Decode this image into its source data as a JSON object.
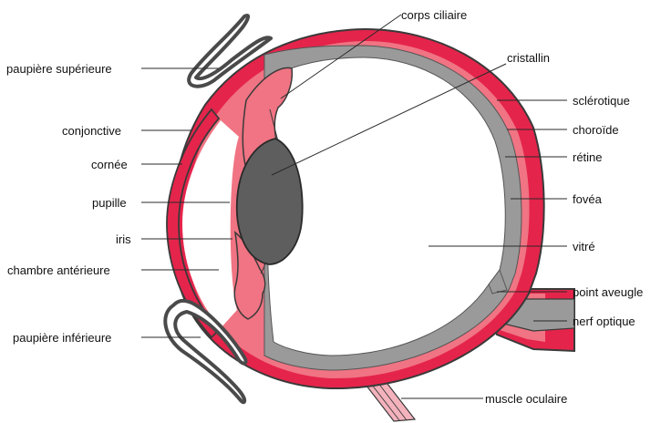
{
  "labels": {
    "paupiere_superieure": "paupière supérieure",
    "conjonctive": "conjonctive",
    "cornee": "cornée",
    "pupille": "pupille",
    "iris": "iris",
    "chambre_anterieure": "chambre antérieure",
    "paupiere_inferieure": "paupière inférieure",
    "corps_ciliaire": "corps ciliaire",
    "cristallin": "cristallin",
    "sclerotique": "sclérotique",
    "choroide": "choroïde",
    "retine": "rétine",
    "fovea": "fovéa",
    "vitre": "vitré",
    "point_aveugle": "point aveugle",
    "nerf_optique": "nerf optique",
    "muscle_oculaire": "muscle oculaire"
  },
  "colors": {
    "sclera": "#e5244b",
    "choroid": "#f07483",
    "retina": "#9a9a9a",
    "lens": "#5e5e5e",
    "outline": "#3a3a3a",
    "eyelid": "#4a4a4a",
    "muscle": "#f4b2bc",
    "text": "#111111"
  }
}
